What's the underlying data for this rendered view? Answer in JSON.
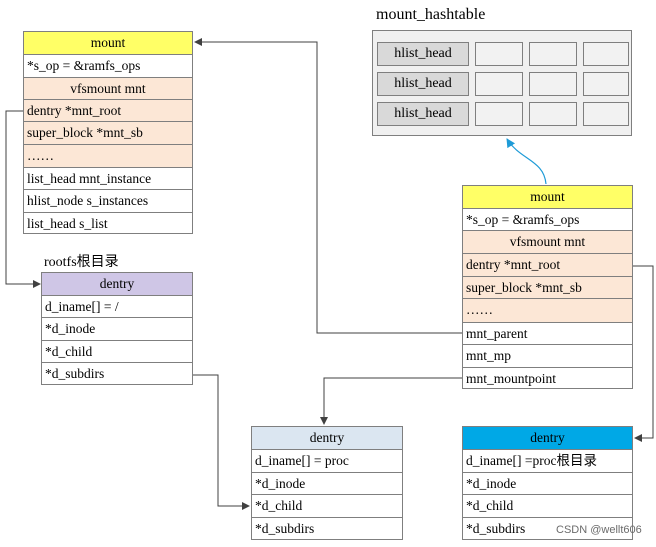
{
  "mount_hashtable": {
    "title": "mount_hashtable",
    "rows": [
      {
        "head": "hlist_head",
        "cells": [
          "",
          "",
          ""
        ]
      },
      {
        "head": "hlist_head",
        "cells": [
          "",
          "",
          ""
        ]
      },
      {
        "head": "hlist_head",
        "cells": [
          "",
          "",
          ""
        ]
      }
    ]
  },
  "mount_left": {
    "header": "mount",
    "rows": [
      "*s_op = &ramfs_ops",
      "vfsmount mnt",
      "dentry *mnt_root",
      "super_block *mnt_sb",
      "……",
      "list_head mnt_instance",
      "hlist_node   s_instances",
      "list_head    s_list"
    ]
  },
  "rootfs_label": "rootfs根目录",
  "dentry_root": {
    "header": "dentry",
    "rows": [
      "d_iname[] = /",
      "*d_inode",
      "*d_child",
      "*d_subdirs"
    ]
  },
  "mount_right": {
    "header": "mount",
    "rows": [
      "*s_op = &ramfs_ops",
      "vfsmount mnt",
      "dentry *mnt_root",
      "super_block *mnt_sb",
      "……",
      "mnt_parent",
      "mnt_mp",
      "mnt_mountpoint"
    ]
  },
  "dentry_mid": {
    "header": "dentry",
    "rows": [
      "d_iname[] = proc",
      "*d_inode",
      "*d_child",
      "*d_subdirs"
    ]
  },
  "dentry_proc_root": {
    "header": "dentry",
    "rows": [
      "d_iname[] =proc根目录",
      "*d_inode",
      "*d_child",
      "*d_subdirs"
    ]
  },
  "watermark": "CSDN @wellt606",
  "colors": {
    "mount_header": "#ffff66",
    "vfsmount_section": "#fce7d6",
    "dentry_root_header": "#cfc6e6",
    "dentry_mid_header": "#dbe6f1",
    "dentry_proc_header": "#00a8e6",
    "hashtable_bg": "#f0f0f0",
    "hash_arrow": "#1e9bd7"
  }
}
